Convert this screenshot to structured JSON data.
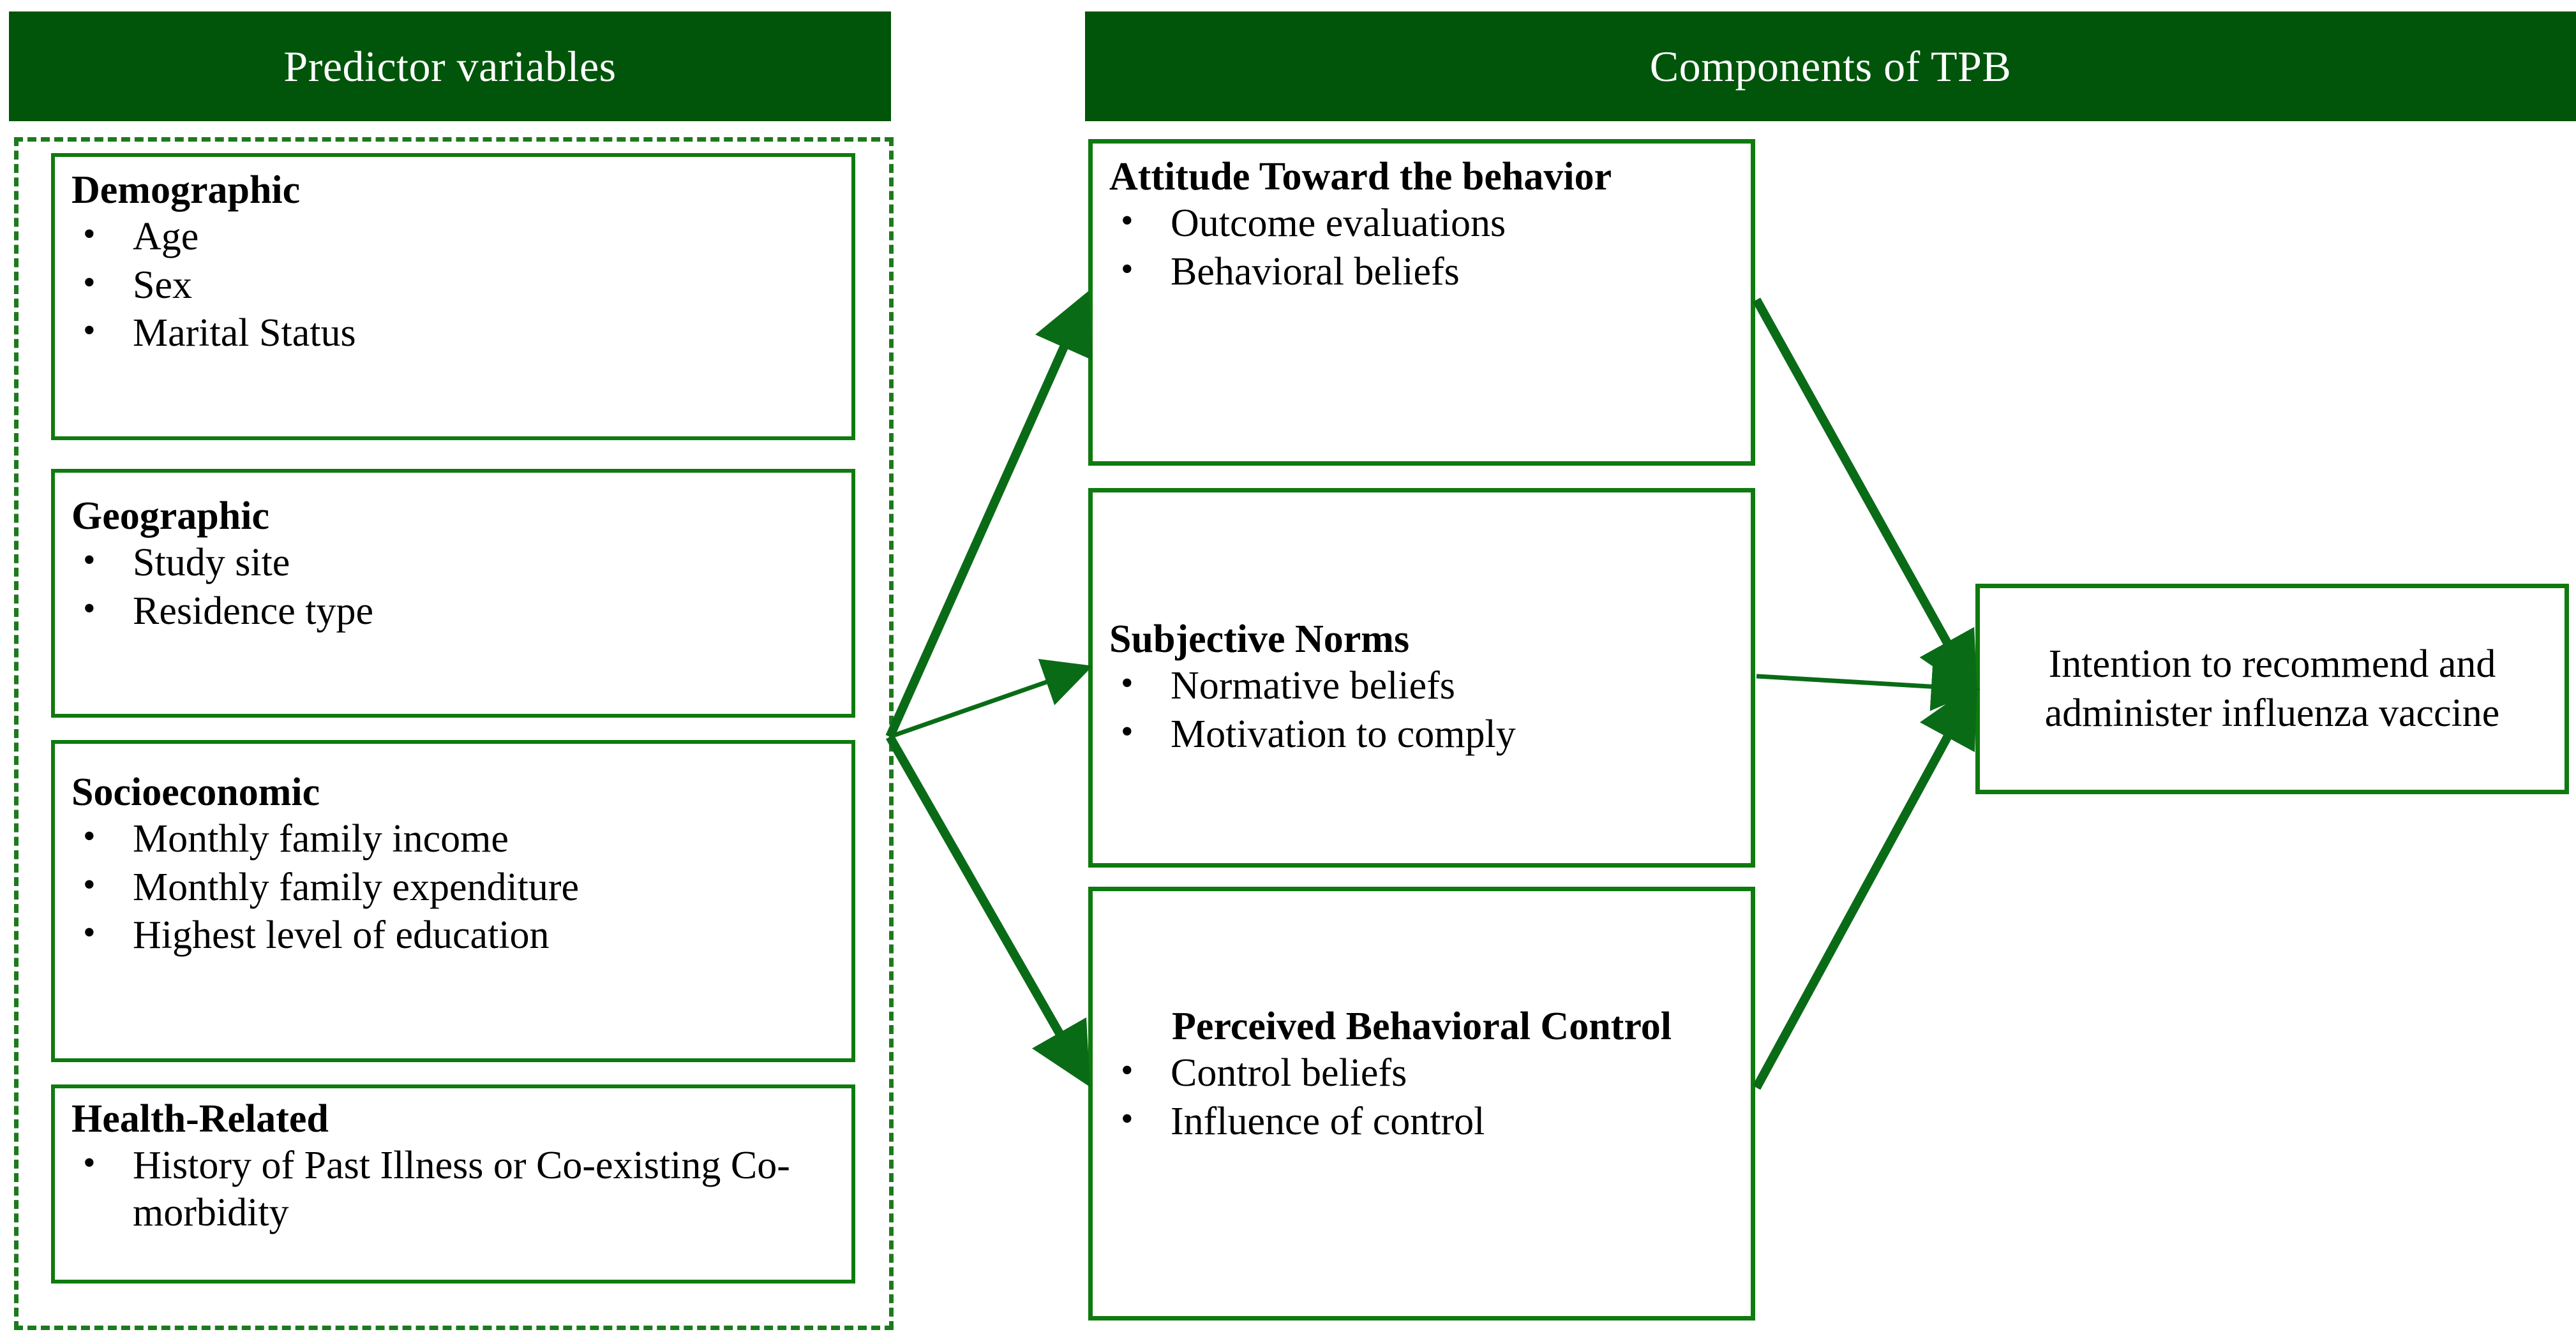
{
  "colors": {
    "header_bg": "#00550a",
    "header_text": "#ffffff",
    "box_border": "#0f7a0f",
    "dashed_border": "#1c7a1c",
    "arrow": "#0a6b17",
    "page_bg": "#ffffff",
    "text": "#000000"
  },
  "headers": {
    "left": "Predictor variables",
    "right": "Components of TPB"
  },
  "predictor_boxes": [
    {
      "title": "Demographic",
      "items": [
        "Age",
        "Sex",
        "Marital Status"
      ]
    },
    {
      "title": "Geographic",
      "items": [
        "Study site",
        "Residence type"
      ]
    },
    {
      "title": "Socioeconomic",
      "items": [
        "Monthly family income",
        "Monthly family expenditure",
        "Highest level of education"
      ]
    },
    {
      "title": "Health-Related",
      "items": [
        "History of Past Illness or Co-existing Co-morbidity"
      ]
    }
  ],
  "tpb_boxes": [
    {
      "title": "Attitude Toward the behavior",
      "items": [
        "Outcome evaluations",
        "Behavioral beliefs"
      ]
    },
    {
      "title": "Subjective Norms",
      "items": [
        "Normative beliefs",
        "Motivation to comply"
      ]
    },
    {
      "title": "Perceived Behavioral Control",
      "items": [
        "Control beliefs",
        "Influence of control"
      ]
    }
  ],
  "outcome_box": {
    "text": "Intention to recommend and administer influenza vaccine"
  },
  "bullet_glyph": "•",
  "arrows": {
    "fan_out_label": "predictors-to-tpb",
    "fan_in_label": "tpb-to-intention",
    "count_out": 3,
    "count_in": 3
  }
}
